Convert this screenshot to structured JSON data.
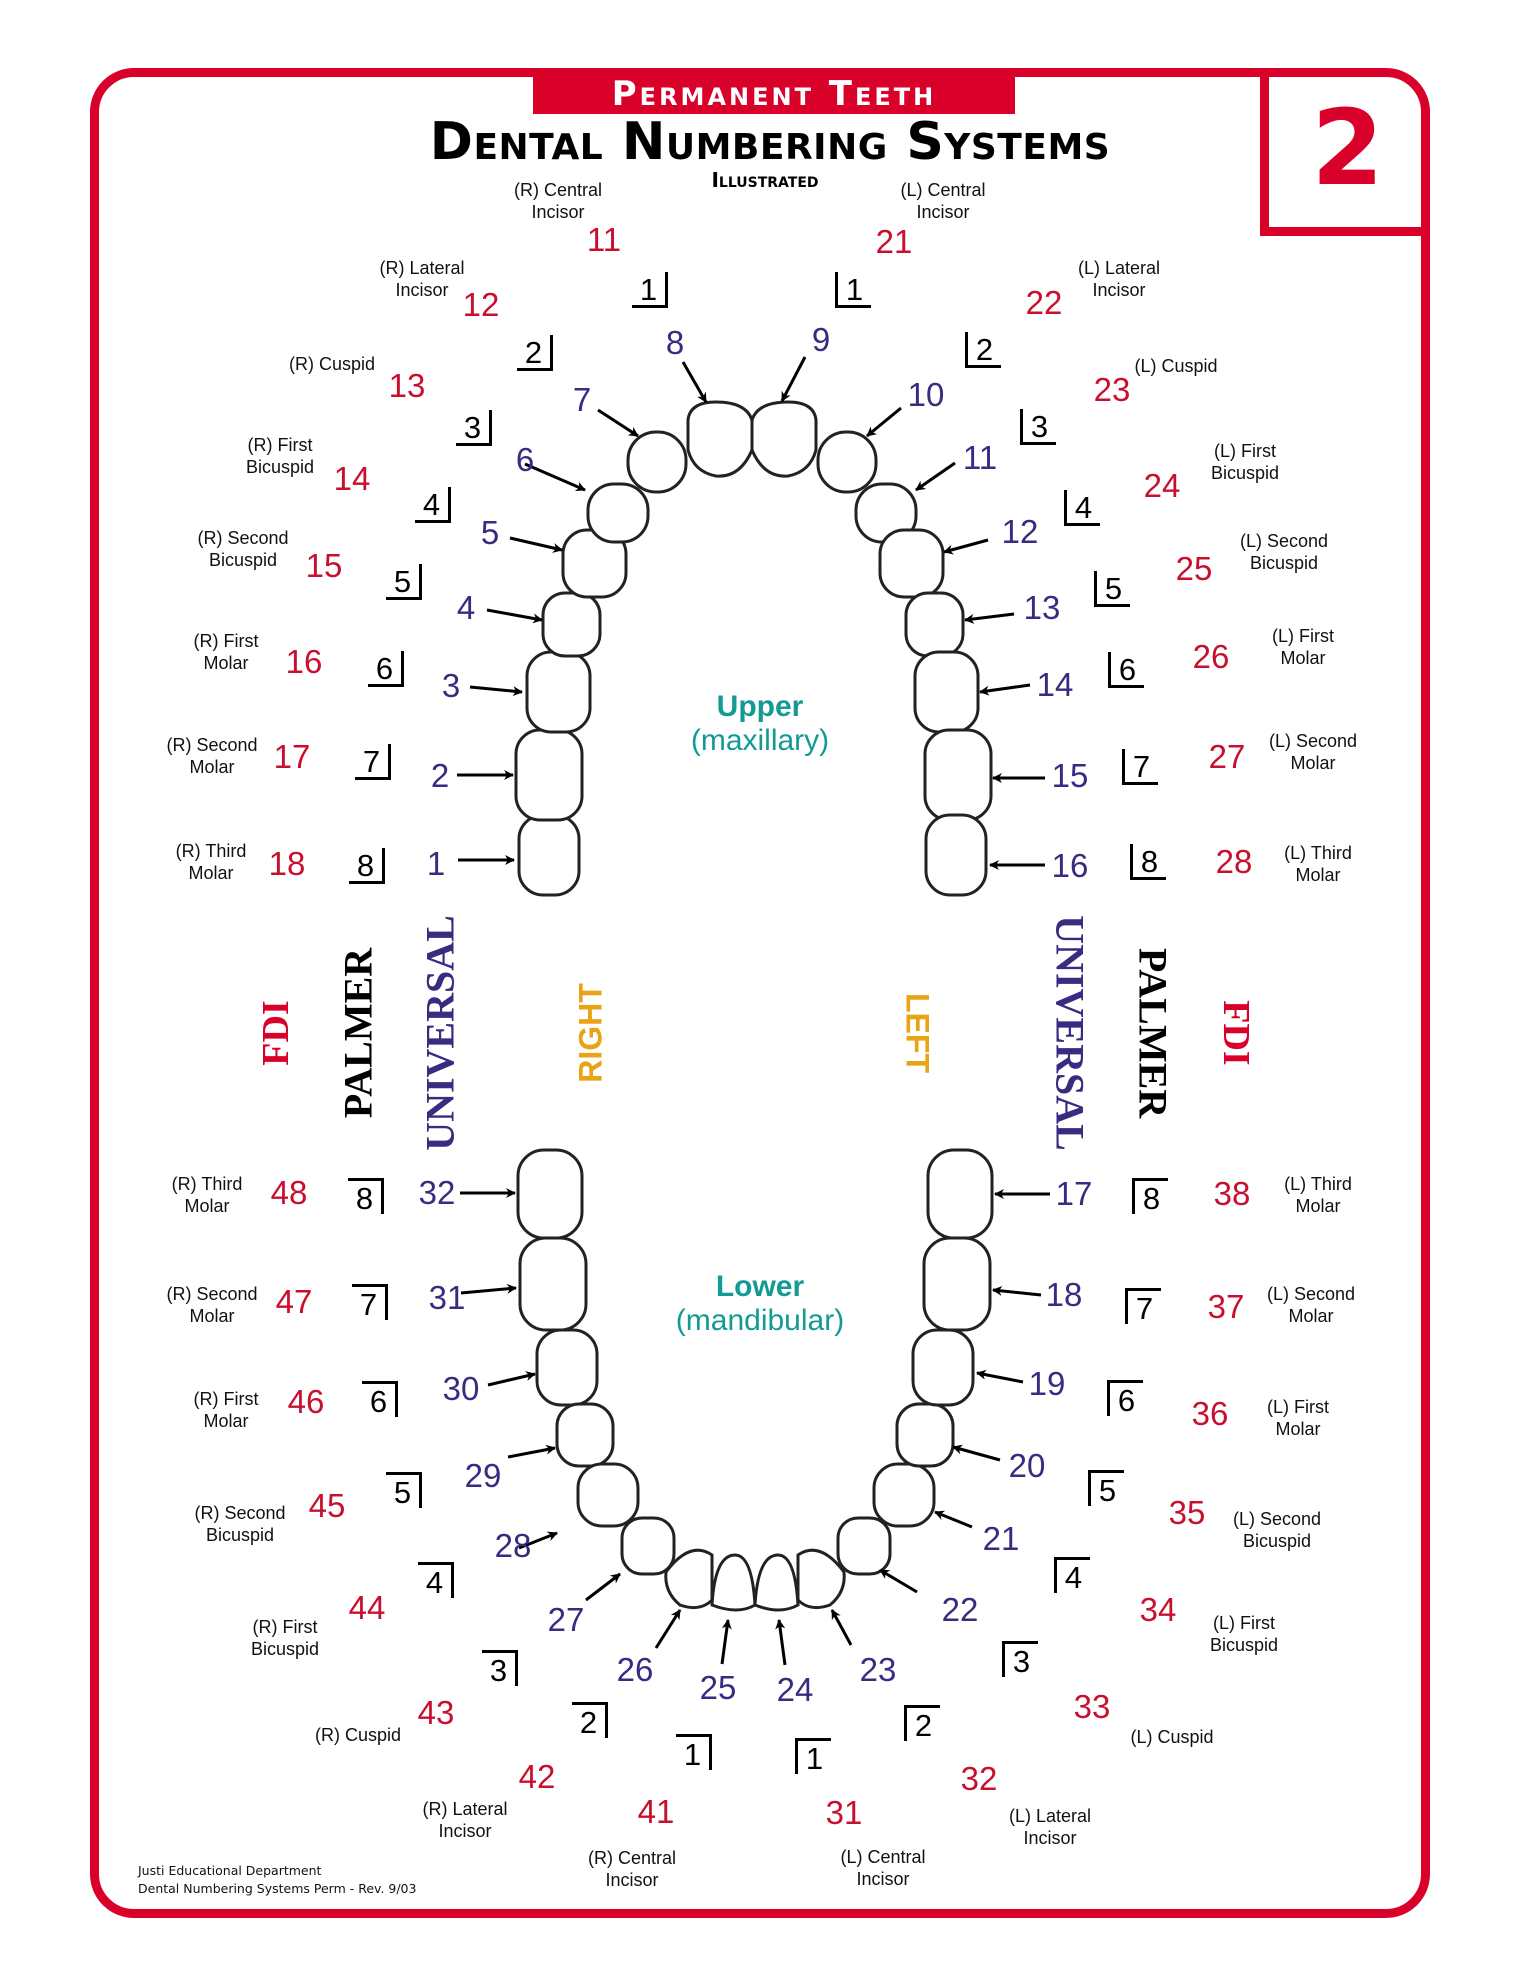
{
  "header": {
    "band_title": "Permanent Teeth",
    "main_title": "Dental Numbering Systems",
    "subtitle": "Illustrated",
    "page_number": "2"
  },
  "systems": {
    "fdi": "FDI",
    "palmer": "PALMER",
    "universal": "UNIVERSAL",
    "right": "RIGHT",
    "left": "LEFT"
  },
  "arches": {
    "upper_title": "Upper",
    "upper_sub": "(maxillary)",
    "lower_title": "Lower",
    "lower_sub": "(mandibular)"
  },
  "colors": {
    "brand_red": "#d9002a",
    "fdi_red": "#c8102e",
    "universal_purple": "#3a2a80",
    "arch_teal": "#139a94",
    "side_orange": "#e8a317"
  },
  "upper_right": [
    {
      "name": "(R) Central\nIncisor",
      "fdi": "11",
      "palmer": "1",
      "universal": "8"
    },
    {
      "name": "(R) Lateral\nIncisor",
      "fdi": "12",
      "palmer": "2",
      "universal": "7"
    },
    {
      "name": "(R) Cuspid",
      "fdi": "13",
      "palmer": "3",
      "universal": "6"
    },
    {
      "name": "(R) First\nBicuspid",
      "fdi": "14",
      "palmer": "4",
      "universal": "5"
    },
    {
      "name": "(R) Second\nBicuspid",
      "fdi": "15",
      "palmer": "5",
      "universal": "4"
    },
    {
      "name": "(R) First\nMolar",
      "fdi": "16",
      "palmer": "6",
      "universal": "3"
    },
    {
      "name": "(R) Second\nMolar",
      "fdi": "17",
      "palmer": "7",
      "universal": "2"
    },
    {
      "name": "(R) Third\nMolar",
      "fdi": "18",
      "palmer": "8",
      "universal": "1"
    }
  ],
  "upper_left": [
    {
      "name": "(L) Central\nIncisor",
      "fdi": "21",
      "palmer": "1",
      "universal": "9"
    },
    {
      "name": "(L) Lateral\nIncisor",
      "fdi": "22",
      "palmer": "2",
      "universal": "10"
    },
    {
      "name": "(L) Cuspid",
      "fdi": "23",
      "palmer": "3",
      "universal": "11"
    },
    {
      "name": "(L) First\nBicuspid",
      "fdi": "24",
      "palmer": "4",
      "universal": "12"
    },
    {
      "name": "(L) Second\nBicuspid",
      "fdi": "25",
      "palmer": "5",
      "universal": "13"
    },
    {
      "name": "(L) First\nMolar",
      "fdi": "26",
      "palmer": "6",
      "universal": "14"
    },
    {
      "name": "(L) Second\nMolar",
      "fdi": "27",
      "palmer": "7",
      "universal": "15"
    },
    {
      "name": "(L) Third\nMolar",
      "fdi": "28",
      "palmer": "8",
      "universal": "16"
    }
  ],
  "lower_left": [
    {
      "name": "(L) Third\nMolar",
      "fdi": "38",
      "palmer": "8",
      "universal": "17"
    },
    {
      "name": "(L) Second\nMolar",
      "fdi": "37",
      "palmer": "7",
      "universal": "18"
    },
    {
      "name": "(L) First\nMolar",
      "fdi": "36",
      "palmer": "6",
      "universal": "19"
    },
    {
      "name": "(L) Second\nBicuspid",
      "fdi": "35",
      "palmer": "5",
      "universal": "20"
    },
    {
      "name": "(L) First\nBicuspid",
      "fdi": "34",
      "palmer": "4",
      "universal": "21"
    },
    {
      "name": "(L) Cuspid",
      "fdi": "33",
      "palmer": "3",
      "universal": "22"
    },
    {
      "name": "(L) Lateral\nIncisor",
      "fdi": "32",
      "palmer": "2",
      "universal": "23"
    },
    {
      "name": "(L) Central\nIncisor",
      "fdi": "31",
      "palmer": "1",
      "universal": "24"
    }
  ],
  "lower_right": [
    {
      "name": "(R) Third\nMolar",
      "fdi": "48",
      "palmer": "8",
      "universal": "32"
    },
    {
      "name": "(R) Second\nMolar",
      "fdi": "47",
      "palmer": "7",
      "universal": "31"
    },
    {
      "name": "(R) First\nMolar",
      "fdi": "46",
      "palmer": "6",
      "universal": "30"
    },
    {
      "name": "(R) Second\nBicuspid",
      "fdi": "45",
      "palmer": "5",
      "universal": "29"
    },
    {
      "name": "(R) First\nBicuspid",
      "fdi": "44",
      "palmer": "4",
      "universal": "28"
    },
    {
      "name": "(R) Cuspid",
      "fdi": "43",
      "palmer": "3",
      "universal": "27"
    },
    {
      "name": "(R) Lateral\nIncisor",
      "fdi": "42",
      "palmer": "2",
      "universal": "26"
    },
    {
      "name": "(R) Central\nIncisor",
      "fdi": "41",
      "palmer": "1",
      "universal": "25"
    }
  ],
  "footer": {
    "line1": "Justi Educational Department",
    "line2": "Dental Numbering Systems Perm - Rev. 9/03"
  }
}
